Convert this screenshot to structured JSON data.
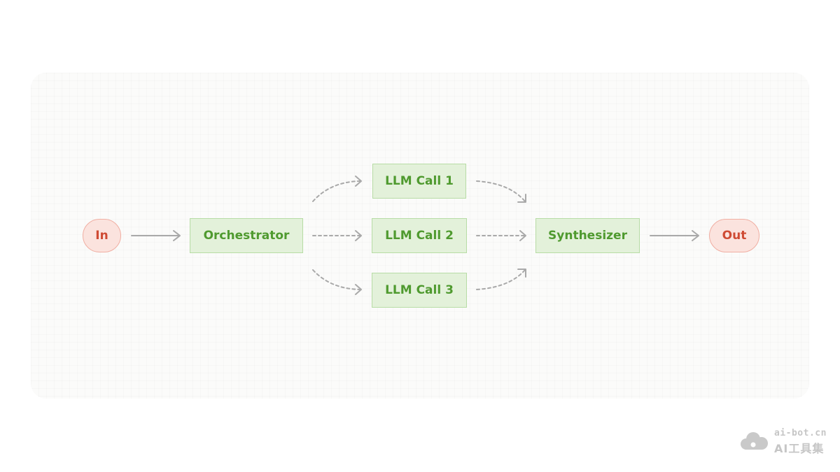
{
  "diagram": {
    "nodes": {
      "input": "In",
      "orchestrator": "Orchestrator",
      "llm_call_1": "LLM Call 1",
      "llm_call_2": "LLM Call 2",
      "llm_call_3": "LLM Call 3",
      "synthesizer": "Synthesizer",
      "output": "Out"
    },
    "edges": [
      {
        "from": "input",
        "to": "orchestrator",
        "style": "solid"
      },
      {
        "from": "orchestrator",
        "to": "llm_call_1",
        "style": "dashed"
      },
      {
        "from": "orchestrator",
        "to": "llm_call_2",
        "style": "dashed"
      },
      {
        "from": "orchestrator",
        "to": "llm_call_3",
        "style": "dashed"
      },
      {
        "from": "llm_call_1",
        "to": "synthesizer",
        "style": "dashed"
      },
      {
        "from": "llm_call_2",
        "to": "synthesizer",
        "style": "dashed"
      },
      {
        "from": "llm_call_3",
        "to": "synthesizer",
        "style": "dashed"
      },
      {
        "from": "synthesizer",
        "to": "output",
        "style": "solid"
      }
    ]
  },
  "watermark": {
    "domain": "ai-bot.cn",
    "name": "AI工具集"
  },
  "colors": {
    "task_fill": "#e3f1da",
    "task_border": "#b7dca5",
    "task_text": "#4f9a2f",
    "io_fill": "#fbe3de",
    "io_border": "#f0aea2",
    "io_text": "#cf4b34",
    "arrow": "#a9a9a9"
  }
}
